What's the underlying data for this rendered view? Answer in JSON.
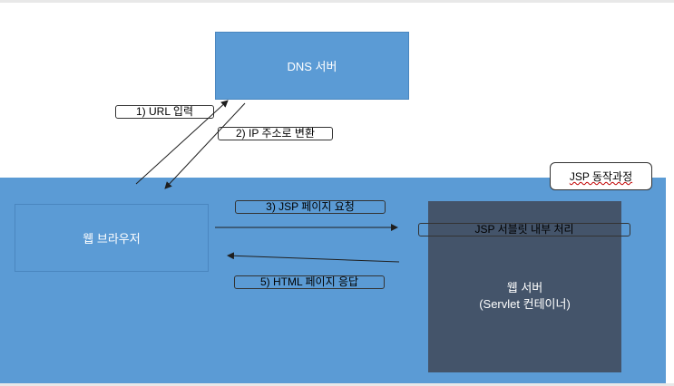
{
  "diagram": {
    "title_badge": "JSP 동작과정",
    "dns_server": "DNS 서버",
    "web_browser": "웹 브라우저",
    "web_server": {
      "title": "웹 서버",
      "subtitle": "(Servlet 컨테이너)"
    },
    "internal_process": "JSP 서블릿 내부 처리",
    "steps": {
      "step1": "1) URL 입력",
      "step2": "2) IP 주소로 변환",
      "step3": "3) JSP 페이지 요청",
      "step5": "5) HTML 페이지 응답"
    }
  },
  "colors": {
    "region_blue": "#5b9bd5",
    "server_slate": "#44546a",
    "arrow": "#1f1f1f"
  }
}
